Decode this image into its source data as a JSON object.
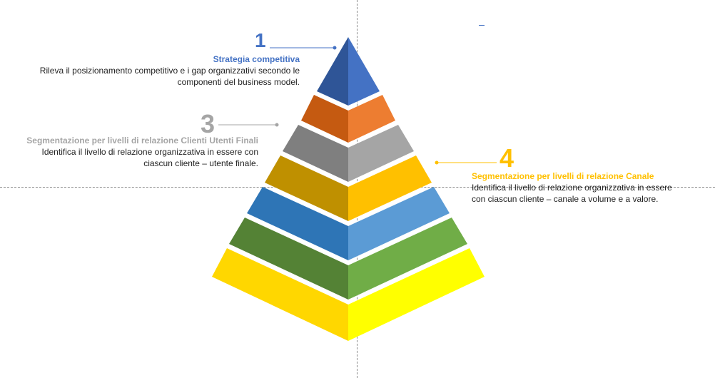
{
  "colors": {
    "level1": {
      "left": "#2f5597",
      "right": "#4472c4"
    },
    "level2": {
      "left": "#c55a11",
      "right": "#ed7d31"
    },
    "level3": {
      "left": "#7f7f7f",
      "right": "#a5a5a5"
    },
    "level4": {
      "left": "#bf9000",
      "right": "#ffc000"
    },
    "level5": {
      "left": "#2e75b6",
      "right": "#5b9bd5"
    },
    "level6": {
      "left": "#548235",
      "right": "#70ad47"
    },
    "level7": {
      "left": "#ffd700",
      "right": "#ffff00"
    },
    "guides": "#8a8a8a",
    "callout1": "#4472c4",
    "callout3": "#a5a5a5",
    "callout4": "#ffc000"
  },
  "callouts": {
    "c1": {
      "number": "1",
      "title": "Strategia competitiva",
      "line1": "Rileva il posizionamento competitivo e i gap organizzativi secondo le",
      "line2": "componenti del business model."
    },
    "c3": {
      "number": "3",
      "title": "Segmentazione per livelli di relazione Clienti Utenti Finali",
      "line1": "Identifica il livello di relazione organizzativa in essere con",
      "line2": "ciascun cliente – utente finale."
    },
    "c4": {
      "number": "4",
      "title": "Segmentazione per livelli di relazione Canale",
      "line1": "Identifica il livello di relazione organizzativa in essere",
      "line2": "con ciascun cliente – canale a volume e a valore."
    }
  }
}
